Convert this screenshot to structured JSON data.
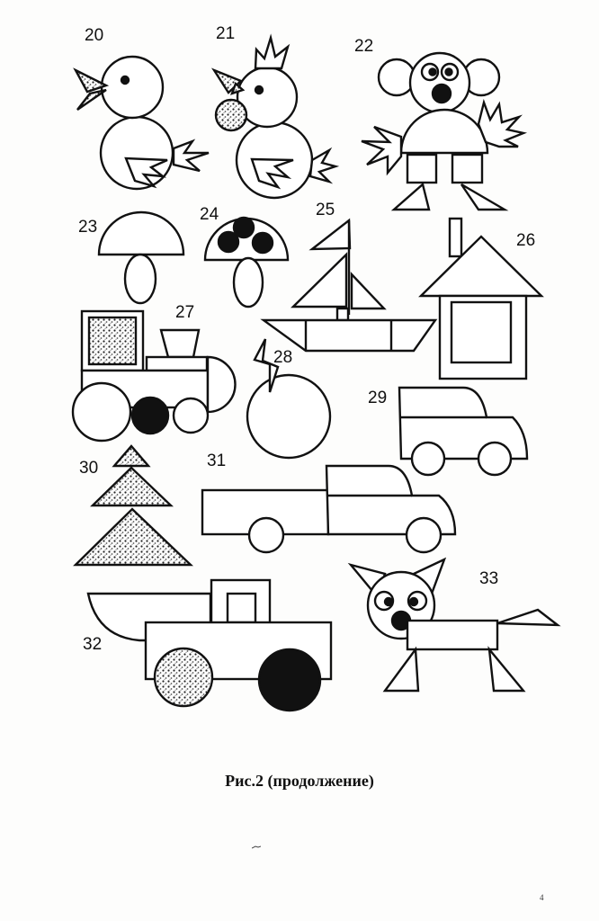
{
  "figures": [
    {
      "number": "20",
      "subject": "duckling"
    },
    {
      "number": "21",
      "subject": "cockerel"
    },
    {
      "number": "22",
      "subject": "bear"
    },
    {
      "number": "23",
      "subject": "mushroom"
    },
    {
      "number": "24",
      "subject": "spotted-mushroom"
    },
    {
      "number": "25",
      "subject": "sailboat"
    },
    {
      "number": "26",
      "subject": "house"
    },
    {
      "number": "27",
      "subject": "locomotive"
    },
    {
      "number": "28",
      "subject": "apple"
    },
    {
      "number": "29",
      "subject": "car"
    },
    {
      "number": "30",
      "subject": "fir-tree"
    },
    {
      "number": "31",
      "subject": "truck"
    },
    {
      "number": "32",
      "subject": "dump-truck"
    },
    {
      "number": "33",
      "subject": "fox"
    }
  ],
  "caption": "Рис.2 (продолжение)",
  "page_number": "4",
  "colors": {
    "ink": "#111111",
    "paper": "#fdfdfc"
  }
}
